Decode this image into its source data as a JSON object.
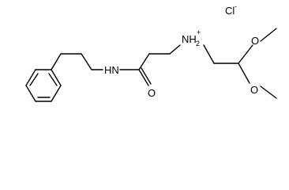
{
  "molecule": {
    "atom_labels": {
      "chloride": "Cl",
      "chloride_charge": "-",
      "amide_nh": "HN",
      "amide_o": "O",
      "ammonium": "NH",
      "ammonium_sub": "2",
      "ammonium_charge": "+",
      "methoxy_o_upper": "O",
      "methoxy_o_lower": "O"
    }
  }
}
